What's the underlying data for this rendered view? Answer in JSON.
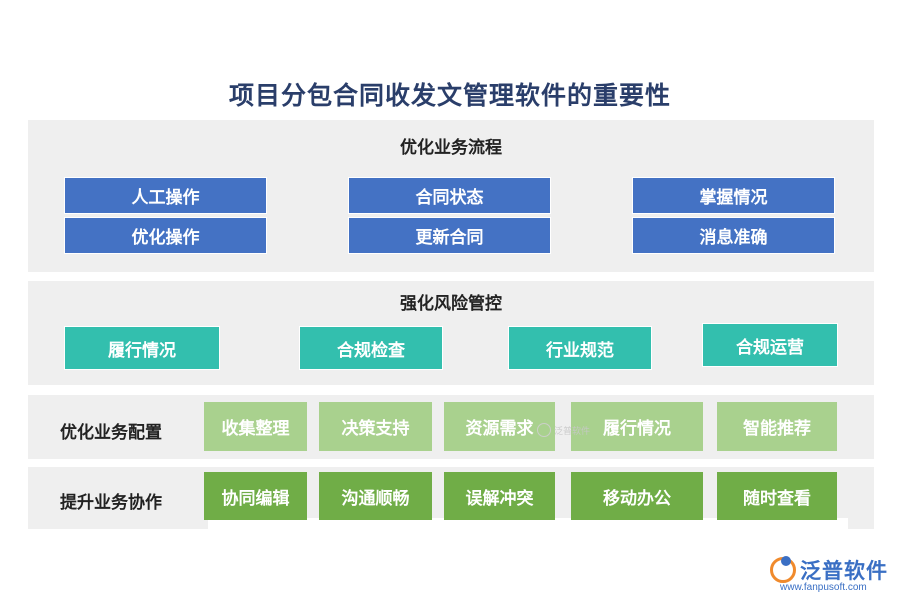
{
  "title": "项目分包合同收发文管理软件的重要性",
  "sections": {
    "process": {
      "title": "优化业务流程",
      "items": [
        "人工操作",
        "合同状态",
        "掌握情况",
        "优化操作",
        "更新合同",
        "消息准确"
      ]
    },
    "risk": {
      "title": "强化风险管控",
      "items": [
        "履行情况",
        "合规检查",
        "行业规范",
        "合规运营"
      ]
    },
    "config": {
      "label": "优化业务配置",
      "items": [
        "收集整理",
        "决策支持",
        "资源需求",
        "履行情况",
        "智能推荐"
      ]
    },
    "collab": {
      "label": "提升业务协作",
      "items": [
        "协同编辑",
        "沟通顺畅",
        "误解冲突",
        "移动办公",
        "随时查看"
      ]
    }
  },
  "watermark": "泛普软件",
  "logo": {
    "name": "泛普软件",
    "url": "www.fanpusoft.com"
  },
  "colors": {
    "blue": "#4472c4",
    "teal": "#33bfae",
    "light_green": "#a9d18e",
    "green": "#70ad47",
    "panel": "#efefef",
    "title": "#2a3e6a"
  }
}
